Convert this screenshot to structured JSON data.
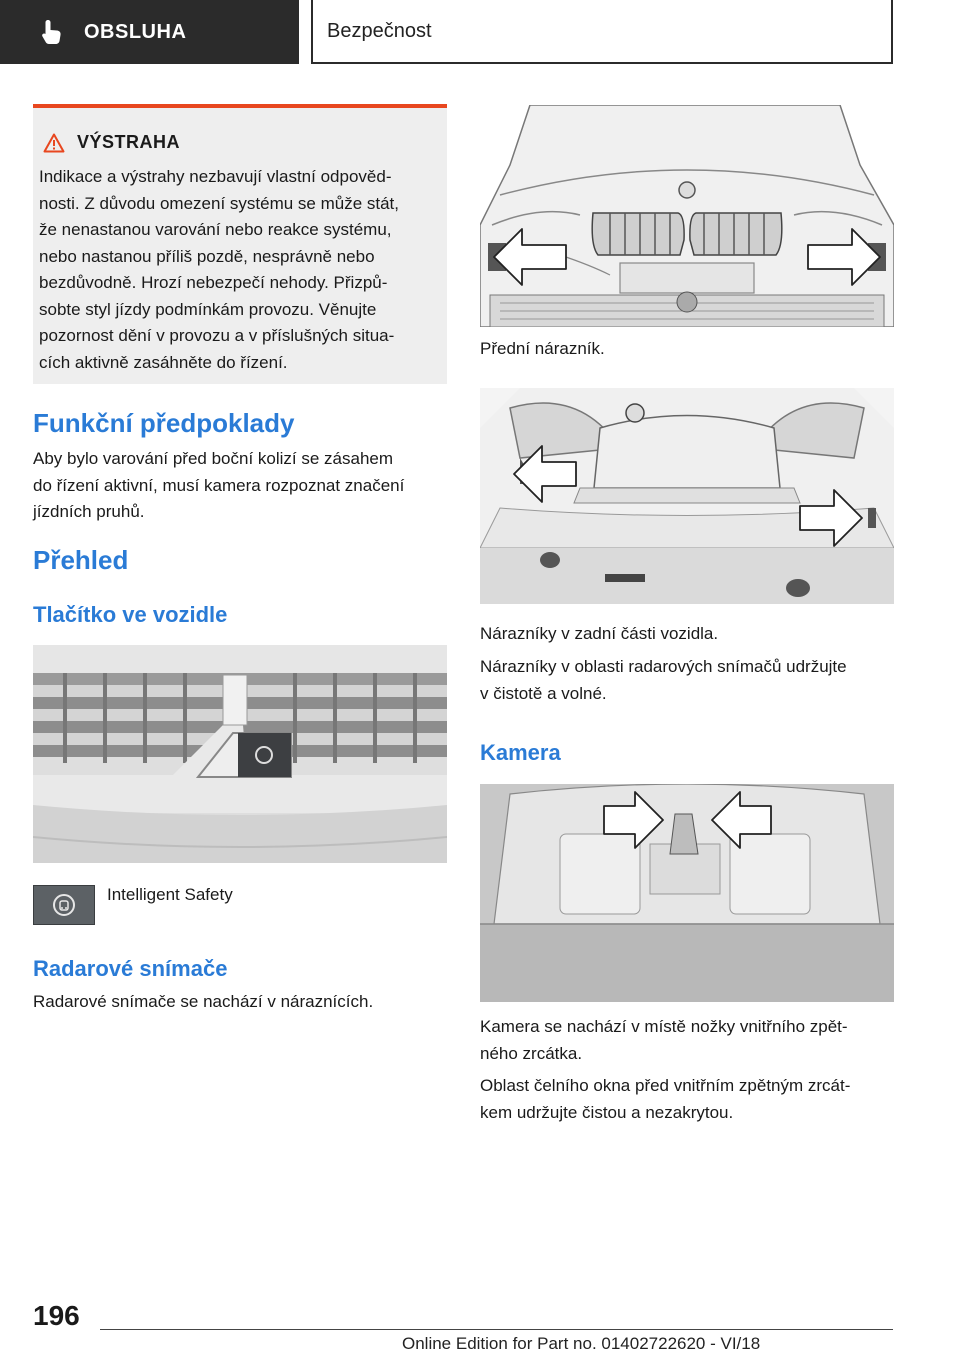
{
  "header": {
    "tab_label": "OBSLUHA",
    "section_title": "Bezpečnost"
  },
  "warning": {
    "title": "VÝSTRAHA",
    "lines": [
      "Indikace a výstrahy nezbavují vlastní odpověd‐",
      "nosti. Z důvodu omezení systému se může stát,",
      "že nenastanou varování nebo reakce systému,",
      "nebo nastanou příliš pozdě, nesprávně nebo",
      "bezdůvodně. Hrozí nebezpečí nehody. Přizpů‐",
      "sobte styl jízdy podmínkám provozu. Věnujte",
      "pozornost dění v provozu a v příslušných situa‐",
      "cích aktivně zasáhněte do řízení."
    ]
  },
  "left": {
    "heading_prereq": "Funkční předpoklady",
    "prereq_lines": [
      "Aby bylo varování před boční kolizí se zásahem",
      "do řízení aktivní, musí kamera rozpoznat značení",
      "jízdních pruhů."
    ],
    "heading_overview": "Přehled",
    "heading_button": "Tlačítko ve vozidle",
    "button_caption": "Intelligent Safety",
    "heading_radar": "Radarové snímače",
    "radar_text": "Radarové snímače se nachází v nárazníc­ích."
  },
  "right": {
    "front_caption": "Přední nárazník.",
    "rear_caption": "Nárazníky v zadní části vozidla.",
    "rear_note_lines": [
      "Nárazníky v oblasti radarových snímačů udržujte",
      "v čistotě a volné."
    ],
    "heading_camera": "Kamera",
    "camera_caption_lines": [
      "Kamera se nachází v místě nožky vnitřního zpět‐",
      "ného zrcátka."
    ],
    "camera_note_lines": [
      "Oblast čelního okna před vnitřním zpětným zrcát‐",
      "kem udržujte čistou a nezakrytou."
    ]
  },
  "footer": {
    "page_number": "196",
    "edition": "Online Edition for Part no. 01402722620 - VI/18"
  },
  "colors": {
    "heading_blue": "#2a7bd6",
    "warning_bar": "#e8471f",
    "warning_bg": "#eeeeee",
    "header_dark": "#2b2b2b"
  }
}
